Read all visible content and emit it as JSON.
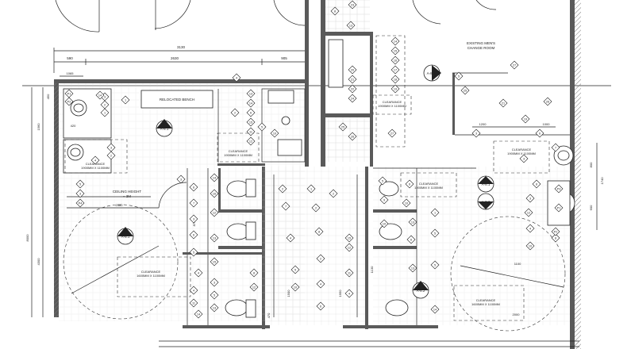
{
  "rooms": {
    "existing_mens": [
      "EXISTING MEN'S",
      "CHANGE ROOM"
    ],
    "relocated_bench": "RELOCATED BENCH",
    "ceiling_height": [
      "CEILING HEIGHT",
      "= 3M"
    ]
  },
  "clearance": {
    "title": "CLEARANCE",
    "size_a": "1600MM X 1100MM",
    "size_b": "1900MM X 1100MM"
  },
  "section_marks": {
    "a81": "A-8.1",
    "a82": "A-8.2"
  },
  "dimensions": {
    "top_total": "3130",
    "top_left": "590",
    "top_mid": "2630",
    "top_right": "905",
    "d1065": "1065",
    "d450": "450",
    "d420": "420",
    "d1560": "1560",
    "d1200": "1200",
    "d1000": "1000",
    "d2580": "2580",
    "d2000": "2000",
    "d1100": "1100",
    "d1500": "1500",
    "d1950": "1950",
    "d800": "800",
    "d870": "870",
    "d470": "470",
    "d1130": "1130",
    "d1740": "1740",
    "d8000": "8000",
    "d4300": "4300",
    "d600": "600"
  },
  "tags": {
    "left_room": [
      "P1",
      "P2",
      "3",
      "2",
      "1",
      "3",
      "2",
      "4",
      "5",
      "3",
      "P4",
      "1",
      "14"
    ],
    "upper_wc": [
      "4",
      "13",
      "14",
      "6",
      "2",
      "15",
      "11",
      "12",
      "5",
      "10"
    ],
    "stall_col": [
      "6",
      "14",
      "7",
      "16",
      "3",
      "12",
      "6",
      "5",
      "13",
      "15",
      "4",
      "3",
      "4",
      "5",
      "11",
      "13",
      "8",
      "12",
      "14",
      "3"
    ],
    "corridor": [
      "2",
      "1",
      "2",
      "2",
      "7",
      "8",
      "4",
      "2",
      "5",
      "4",
      "10",
      "6"
    ],
    "shower": [
      "8",
      "23",
      "13",
      "14",
      "15",
      "16",
      "17",
      "18",
      "19",
      "20",
      "21",
      "22",
      "24",
      "25",
      "26",
      "27"
    ],
    "right_stalls": [
      "5",
      "6",
      "9",
      "10",
      "1",
      "13",
      "10",
      "5",
      "6",
      "15",
      "12",
      "11",
      "4",
      "5",
      "13",
      "14"
    ],
    "right_room": [
      "27",
      "26",
      "21",
      "19",
      "25",
      "7",
      "8",
      "3",
      "12",
      "4",
      "10",
      "8",
      "5",
      "3",
      "6",
      "3",
      "P2",
      "P3",
      "P1"
    ]
  }
}
